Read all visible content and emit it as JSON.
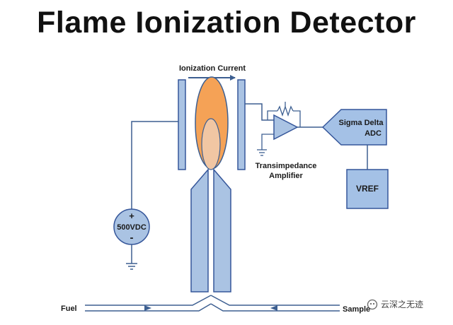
{
  "title": "Flame Ionization  Detector",
  "labels": {
    "ionization_current": "Ionization Current",
    "transimpedance_1": "Transimpedance",
    "transimpedance_2": "Amplifier",
    "adc_1": "Sigma Delta",
    "adc_2": "ADC",
    "vref": "VREF",
    "voltage": "500VDC",
    "plus": "+",
    "minus": "-",
    "fuel": "Fuel",
    "sample": "Sample"
  },
  "watermark": "云深之无迹",
  "colors": {
    "plate": "#aac3e3",
    "plate_border": "#35569a",
    "flame_outer": "#f5a256",
    "flame_inner": "#f1c6a3",
    "block": "#a4c1e6",
    "wire": "#3d5f91"
  }
}
